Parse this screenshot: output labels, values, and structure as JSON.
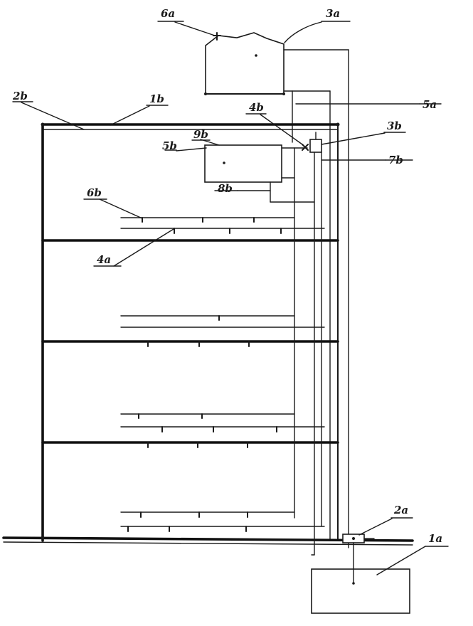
{
  "labels": {
    "l6a": "6a",
    "l3a": "3a",
    "l2b": "2b",
    "l1b": "1b",
    "l5a": "5a",
    "l4b": "4b",
    "l3b": "3b",
    "l9b": "9b",
    "l5b": "5b",
    "l7b": "7b",
    "l8b": "8b",
    "l6b": "6b",
    "l4a": "4a",
    "l2a": "2a",
    "l1a": "1a"
  }
}
